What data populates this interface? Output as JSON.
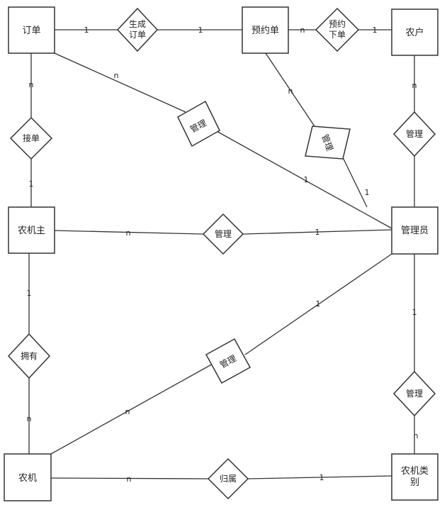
{
  "entities": {
    "order": "订单",
    "reservation": "预约单",
    "farmer": "农户",
    "machine_owner": "农机主",
    "admin": "管理员",
    "machine": "农机",
    "machine_category": [
      "农机类",
      "别"
    ]
  },
  "relationships": {
    "generate_order": [
      "生成",
      "订单"
    ],
    "reserve_place": [
      "预约",
      "下单"
    ],
    "accept_order": "接单",
    "own": "拥有",
    "belong": "归属",
    "manage_order": "管理",
    "manage_reservation": "管理",
    "manage_farmer": "管理",
    "manage_owner": "管理",
    "manage_machine": "管理",
    "manage_category": "管理"
  },
  "cardinalities": {
    "order_generate": "1",
    "generate_reservation": "1",
    "reservation_reserve": "n",
    "reserve_farmer": "1",
    "order_accept": "n",
    "accept_owner": "1",
    "order_manage": "n",
    "manage_admin_order": "1",
    "reservation_manage": "n",
    "manage_admin_reservation": "1",
    "farmer_manage": "n",
    "owner_manage": "n",
    "manage_admin_owner": "1",
    "owner_own": "1",
    "own_machine": "n",
    "machine_manage": "n",
    "manage_admin_machine": "1",
    "admin_manage_category": "1",
    "manage_category": "n",
    "machine_belong": "n",
    "belong_category": "1"
  }
}
